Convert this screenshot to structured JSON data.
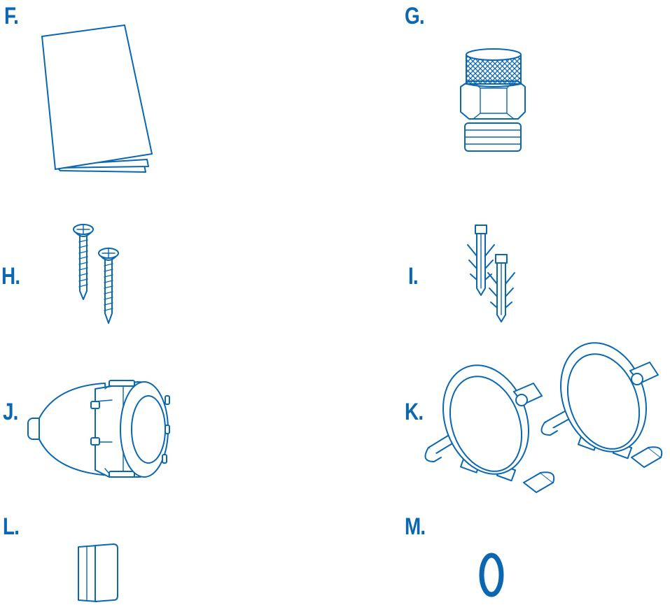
{
  "accent_color": "#0a67b0",
  "parts": [
    {
      "letter": "F.",
      "icon": "manual-booklet-icon"
    },
    {
      "letter": "G.",
      "icon": "knurled-fitting-icon"
    },
    {
      "letter": "H.",
      "icon": "screws-icon"
    },
    {
      "letter": "I.",
      "icon": "wall-plugs-icon"
    },
    {
      "letter": "J.",
      "icon": "end-cap-icon"
    },
    {
      "letter": "K.",
      "icon": "pipe-clamps-icon"
    },
    {
      "letter": "L.",
      "icon": "sleeve-icon"
    },
    {
      "letter": "M.",
      "icon": "o-ring-icon"
    }
  ]
}
